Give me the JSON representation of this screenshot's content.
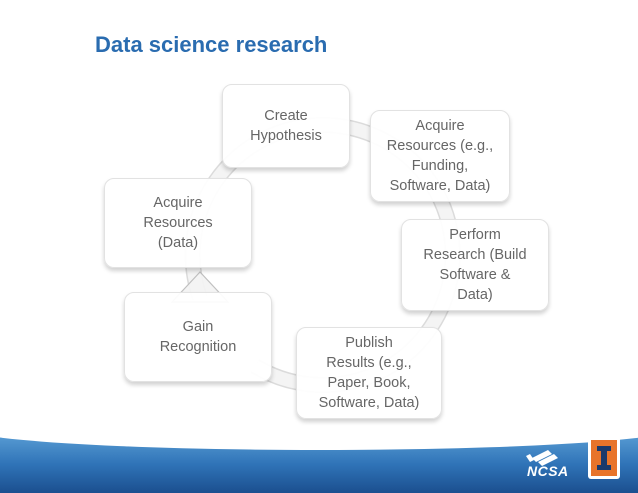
{
  "slide": {
    "title": "Data science research"
  },
  "diagram": {
    "nodes": [
      {
        "id": "create-hypothesis",
        "label": "Create\nHypothesis"
      },
      {
        "id": "acquire-resources-funding",
        "label": "Acquire\nResources (e.g.,\nFunding,\nSoftware, Data)"
      },
      {
        "id": "perform-research",
        "label": "Perform\nResearch (Build\nSoftware &\nData)"
      },
      {
        "id": "publish-results",
        "label": "Publish\nResults (e.g.,\nPaper, Book,\nSoftware, Data)"
      },
      {
        "id": "gain-recognition",
        "label": "Gain\nRecognition"
      },
      {
        "id": "acquire-resources-data",
        "label": "Acquire\nResources\n(Data)"
      }
    ],
    "cycle_direction": "clockwise"
  },
  "footer": {
    "logos": [
      "ncsa-logo",
      "illinois-logo"
    ],
    "ncsa_text": "NCSA",
    "colors": {
      "band": "#2f73b7",
      "title": "#2a6cb0",
      "illinois_orange": "#e8742a",
      "illinois_blue": "#1b3a6b"
    }
  }
}
